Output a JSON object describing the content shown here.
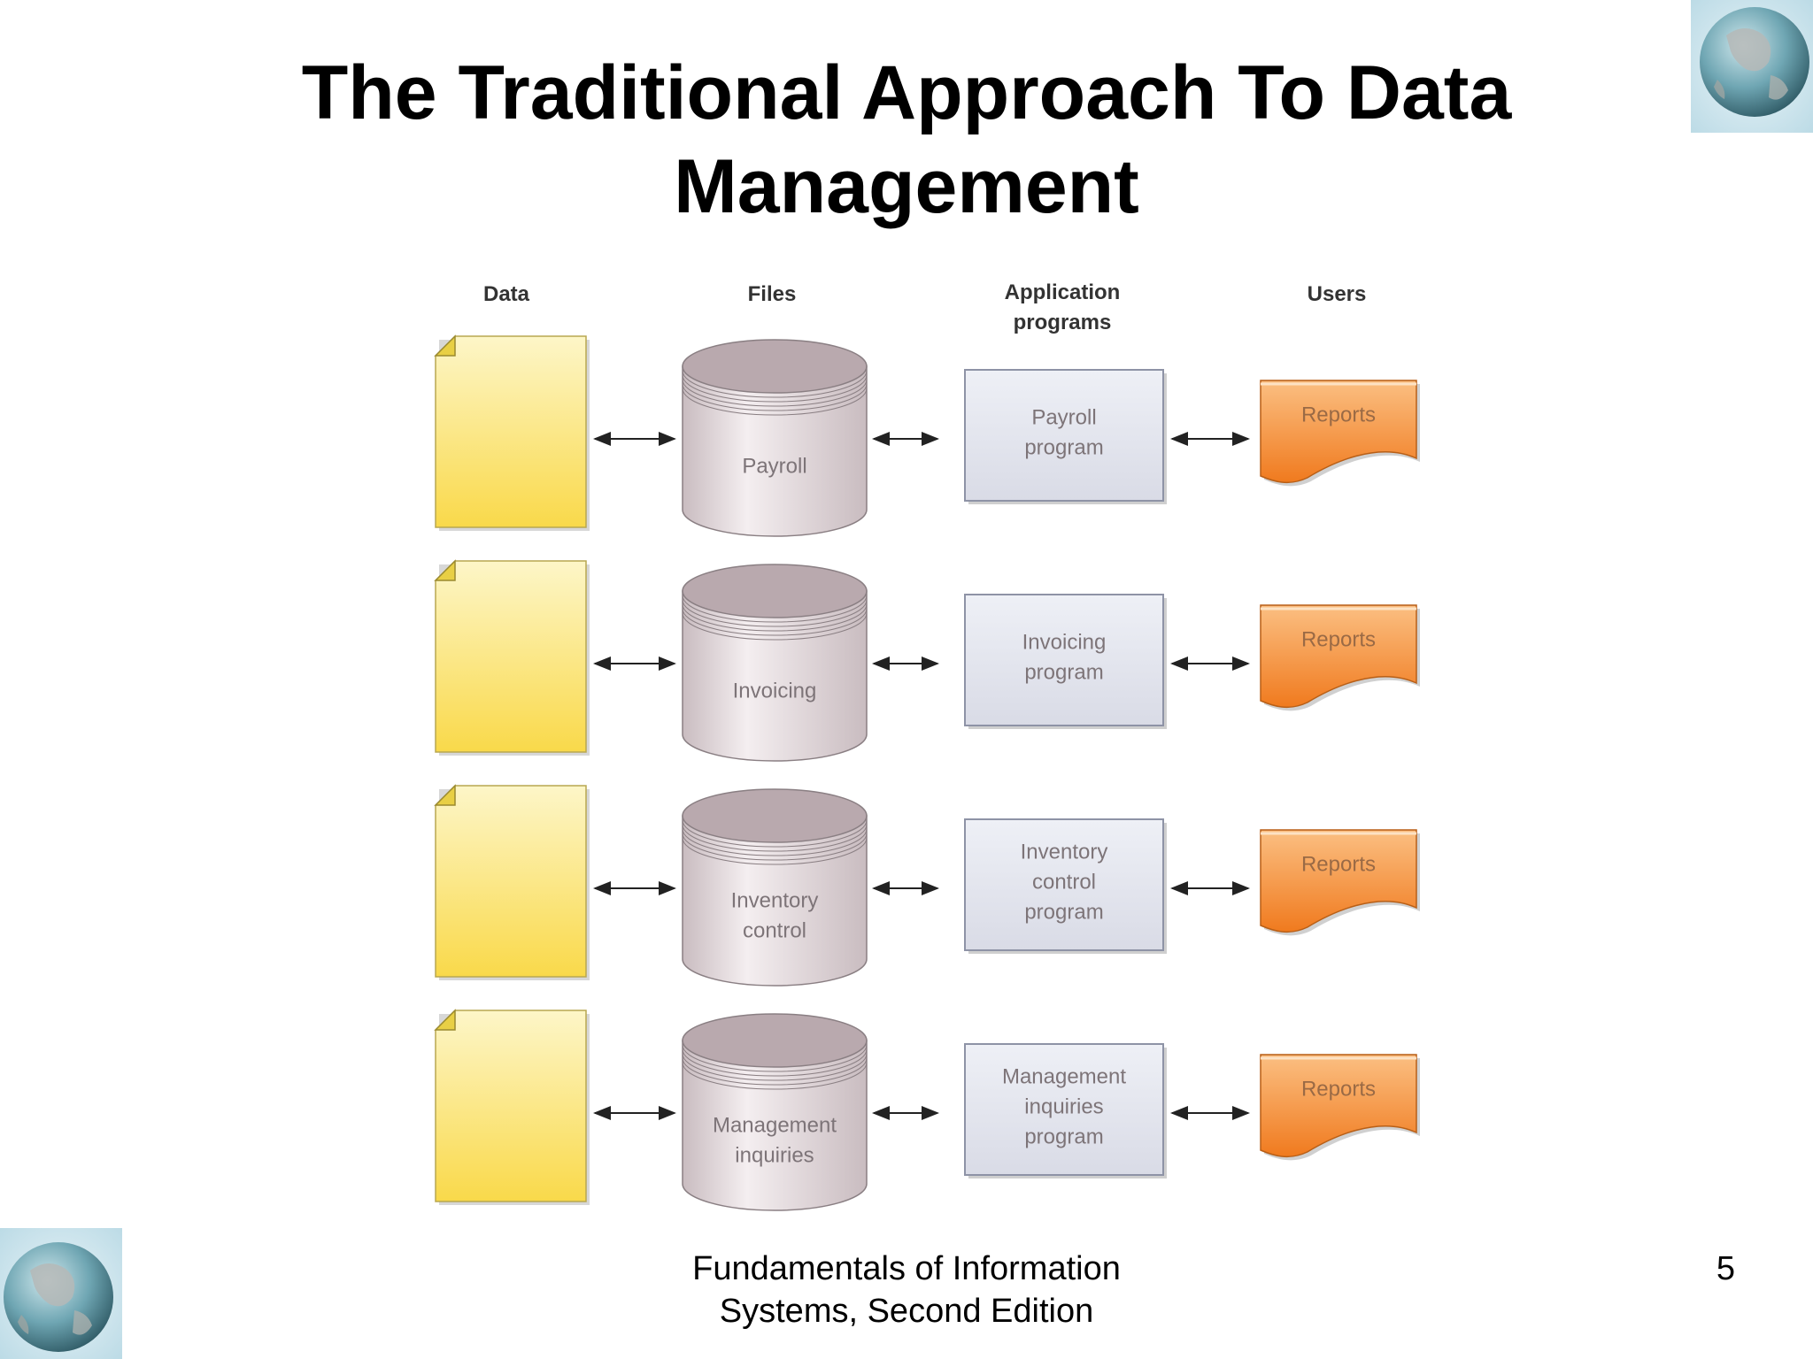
{
  "slide": {
    "title_lines": [
      "The Traditional Approach To Data",
      "Management"
    ],
    "footer_lines": [
      "Fundamentals of Information",
      "Systems, Second Edition"
    ],
    "page_number": "5"
  },
  "diagram": {
    "column_headers": [
      [
        "Data"
      ],
      [
        "Files"
      ],
      [
        "Application",
        "programs"
      ],
      [
        "Users"
      ]
    ],
    "rows": [
      {
        "file_lines": [
          "Payroll"
        ],
        "program_lines": [
          "Payroll",
          "program"
        ],
        "report_label": "Reports"
      },
      {
        "file_lines": [
          "Invoicing"
        ],
        "program_lines": [
          "Invoicing",
          "program"
        ],
        "report_label": "Reports"
      },
      {
        "file_lines": [
          "Inventory",
          "control"
        ],
        "program_lines": [
          "Inventory",
          "control",
          "program"
        ],
        "report_label": "Reports"
      },
      {
        "file_lines": [
          "Management",
          "inquiries"
        ],
        "program_lines": [
          "Management",
          "inquiries",
          "program"
        ],
        "report_label": "Reports"
      }
    ],
    "colors": {
      "data_top": "#fdf6c8",
      "data_bottom": "#f9d94a",
      "cylinder_top": "#b9a9ae",
      "cylinder_body_light": "#f4eef0",
      "cylinder_body_dark": "#c9bcc0",
      "program_fill": "#d9dbe6",
      "report_light": "#fbbf82",
      "report_dark": "#f07a1e",
      "label_text": "#7d7478",
      "header_text": "#333333"
    },
    "icons": [
      "data-document-icon",
      "file-cylinder-icon",
      "program-box-icon",
      "report-icon",
      "globe-icon"
    ]
  }
}
